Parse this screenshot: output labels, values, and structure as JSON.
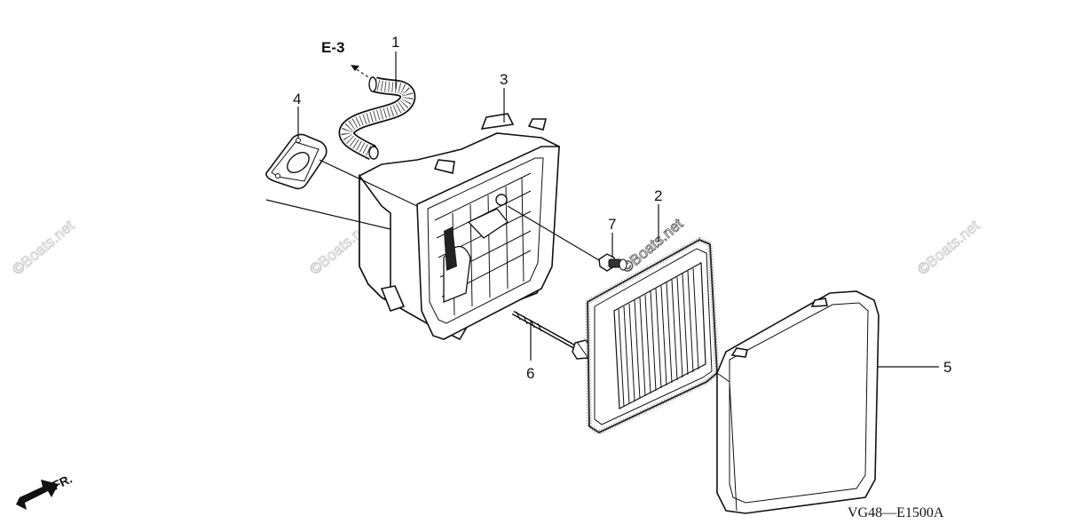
{
  "diagram": {
    "reference_label": "E-3",
    "front_label": "FR.",
    "diagram_code": "VG48—E1500A",
    "watermark_text": "©Boats.net",
    "callouts": [
      {
        "id": "1",
        "label": "1",
        "part": "breather-tube"
      },
      {
        "id": "2",
        "label": "2",
        "part": "air-filter-element"
      },
      {
        "id": "3",
        "label": "3",
        "part": "air-cleaner-case"
      },
      {
        "id": "4",
        "label": "4",
        "part": "gasket"
      },
      {
        "id": "5",
        "label": "5",
        "part": "air-cleaner-cover"
      },
      {
        "id": "6",
        "label": "6",
        "part": "bolt"
      },
      {
        "id": "7",
        "label": "7",
        "part": "nut"
      }
    ]
  }
}
